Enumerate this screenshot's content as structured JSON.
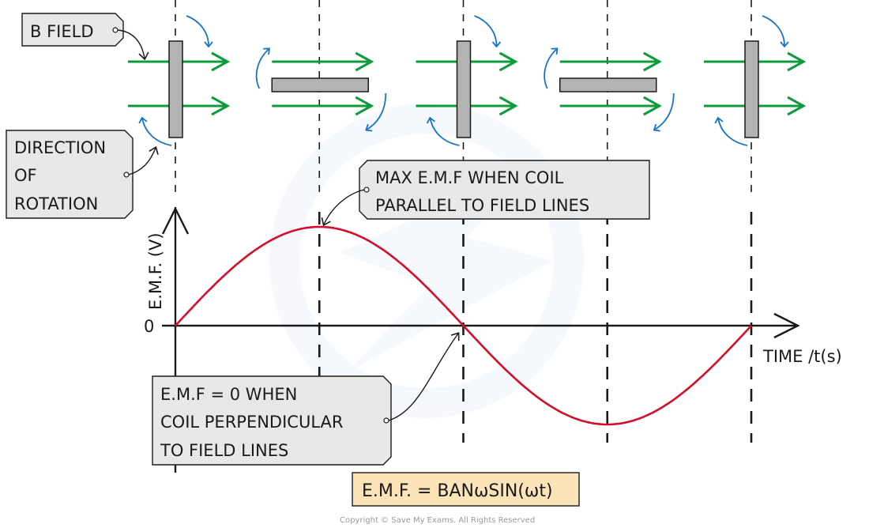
{
  "colors": {
    "field_arrow": "#0f9a3c",
    "rotation_arrow": "#1874c6",
    "curve": "#d0102c",
    "coil_fill": "#b3b3b3",
    "label_fill": "#e8e8e8",
    "formula_fill": "#fde3b8",
    "watermark": "#eef3fa"
  },
  "labels": {
    "b_field": "B FIELD",
    "direction_of_rotation": [
      "DIRECTION",
      "OF",
      "ROTATION"
    ],
    "max_emf": [
      "MAX  E.M.F  WHEN  COIL",
      "PARALLEL TO FIELD  LINES"
    ],
    "zero_emf": [
      "E.M.F = 0  WHEN",
      "COIL  PERPENDICULAR",
      "TO  FIELD  LINES"
    ],
    "formula": "E.M.F. = BANωSIN(ωt)",
    "copyright": "Copyright © Save My Exams. All Rights Reserved"
  },
  "coil_positions": [
    {
      "orientation": "perpendicular",
      "angle_deg": 0
    },
    {
      "orientation": "parallel",
      "angle_deg": 90
    },
    {
      "orientation": "perpendicular",
      "angle_deg": 180
    },
    {
      "orientation": "parallel",
      "angle_deg": 270
    },
    {
      "orientation": "perpendicular",
      "angle_deg": 360
    }
  ],
  "chart_data": {
    "type": "line",
    "title": "",
    "xlabel": "TIME /t(s)",
    "ylabel": "E.M.F. (V)",
    "y_tick_labels": [
      "0"
    ],
    "x_phase_marks_deg": [
      0,
      90,
      180,
      270,
      360
    ],
    "series": [
      {
        "name": "E.M.F.",
        "function": "sin",
        "amplitude": 1,
        "x_deg_range": [
          0,
          360
        ]
      }
    ],
    "ylim": [
      -1.2,
      1.3
    ],
    "annotations": [
      {
        "text": "MAX E.M.F WHEN COIL PARALLEL TO FIELD LINES",
        "at_x_deg": 90
      },
      {
        "text": "E.M.F = 0 WHEN COIL PERPENDICULAR TO FIELD LINES",
        "at_x_deg": 180
      }
    ]
  }
}
